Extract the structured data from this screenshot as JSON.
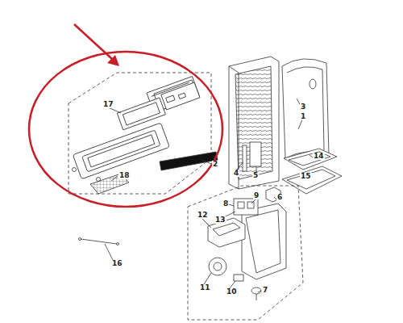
{
  "diagram": {
    "labels": [
      "17",
      "2",
      "18",
      "3",
      "1",
      "4",
      "14",
      "15",
      "5",
      "9",
      "6",
      "8",
      "13",
      "12",
      "11",
      "10",
      "7",
      "16"
    ]
  }
}
